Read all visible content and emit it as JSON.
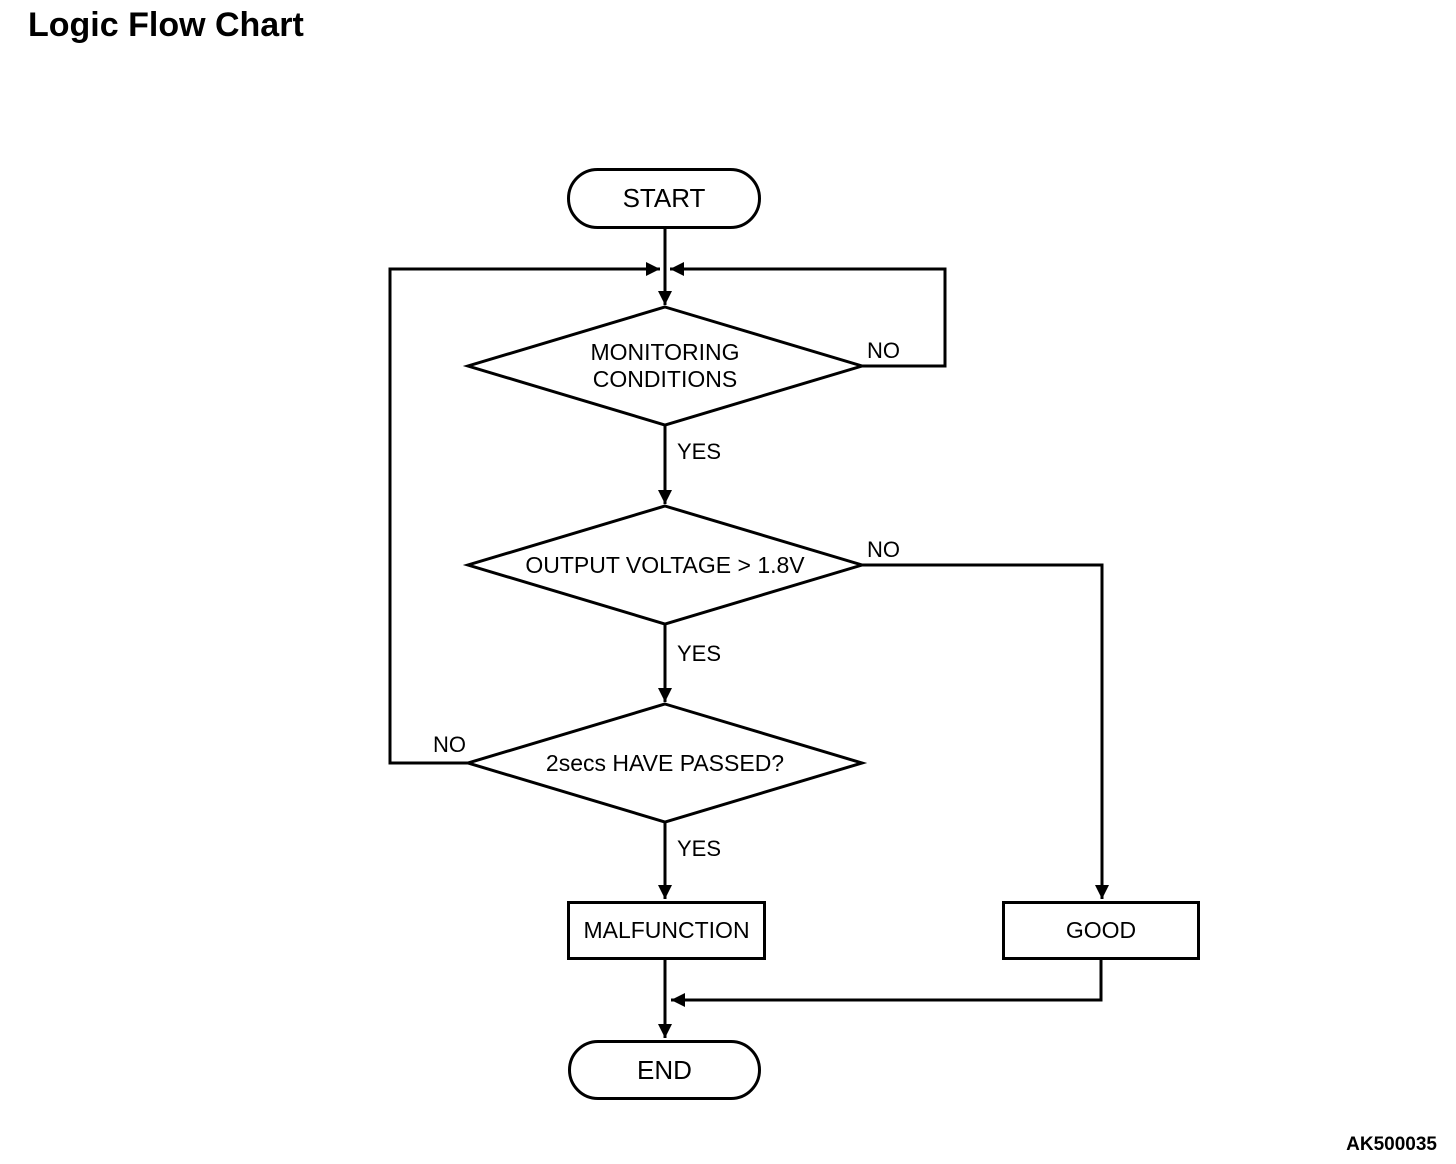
{
  "title": "Logic Flow Chart",
  "figure_code": "AK500035",
  "colors": {
    "ink": "#000000",
    "background": "#ffffff"
  },
  "flowchart": {
    "nodes": {
      "start": {
        "label": "START",
        "shape": "terminator"
      },
      "monitoring": {
        "line1": "MONITORING",
        "line2": "CONDITIONS",
        "shape": "decision"
      },
      "output_voltage": {
        "label": "OUTPUT VOLTAGE > 1.8V",
        "shape": "decision"
      },
      "two_secs": {
        "label": "2secs HAVE PASSED?",
        "shape": "decision"
      },
      "malfunction": {
        "label": "MALFUNCTION",
        "shape": "process"
      },
      "good": {
        "label": "GOOD",
        "shape": "process"
      },
      "end": {
        "label": "END",
        "shape": "terminator"
      }
    },
    "edge_labels": {
      "monitoring_yes": "YES",
      "monitoring_no": "NO",
      "output_voltage_yes": "YES",
      "output_voltage_no": "NO",
      "two_secs_yes": "YES",
      "two_secs_no": "NO"
    },
    "edges": [
      {
        "from": "start",
        "to": "monitoring",
        "label": ""
      },
      {
        "from": "monitoring",
        "to": "output_voltage",
        "label": "YES"
      },
      {
        "from": "monitoring",
        "to": "monitoring",
        "label": "NO",
        "note": "loops back above monitoring decision"
      },
      {
        "from": "output_voltage",
        "to": "two_secs",
        "label": "YES"
      },
      {
        "from": "output_voltage",
        "to": "good",
        "label": "NO"
      },
      {
        "from": "two_secs",
        "to": "malfunction",
        "label": "YES"
      },
      {
        "from": "two_secs",
        "to": "monitoring",
        "label": "NO",
        "note": "loops back above monitoring decision"
      },
      {
        "from": "malfunction",
        "to": "end",
        "label": ""
      },
      {
        "from": "good",
        "to": "end",
        "label": ""
      }
    ]
  }
}
